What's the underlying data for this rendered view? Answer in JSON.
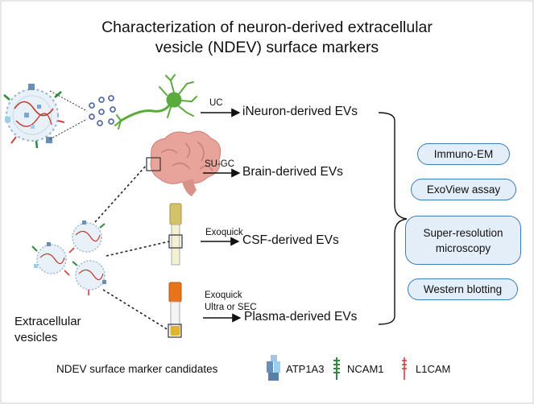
{
  "title": {
    "line1": "Characterization of neuron-derived extracellular",
    "line2": "vesicle (NDEV) surface markers"
  },
  "sources": [
    {
      "method": "UC",
      "label": "iNeuron-derived EVs"
    },
    {
      "method": "SU-GC",
      "label": "Brain-derived EVs"
    },
    {
      "method": "Exoquick",
      "label": "CSF-derived EVs"
    },
    {
      "method_line1": "Exoquick",
      "method_line2": "Ultra or SEC",
      "label": "Plasma-derived EVs"
    }
  ],
  "ev_label": {
    "line1": "Extracellular",
    "line2": "vesicles"
  },
  "assays": [
    {
      "line1": "Immuno-EM"
    },
    {
      "line1": "ExoView assay"
    },
    {
      "line1": "Super-resolution",
      "line2": "microscopy"
    },
    {
      "line1": "Western blotting"
    }
  ],
  "legend": {
    "title": "NDEV surface marker candidates",
    "items": [
      "ATP1A3",
      "NCAM1",
      "L1CAM"
    ]
  },
  "colors": {
    "pill_border": "#3b7bb8",
    "pill_fill": "#e4eef8",
    "neuron": "#5aaa3c",
    "brain": "#e8a39b",
    "tube_cap_plasma": "#e8731a",
    "tube_cap_csf": "#d4c26a",
    "atp1a3": "#6a8fb5",
    "ncam1": "#2e8b3e",
    "l1cam": "#d24040"
  }
}
